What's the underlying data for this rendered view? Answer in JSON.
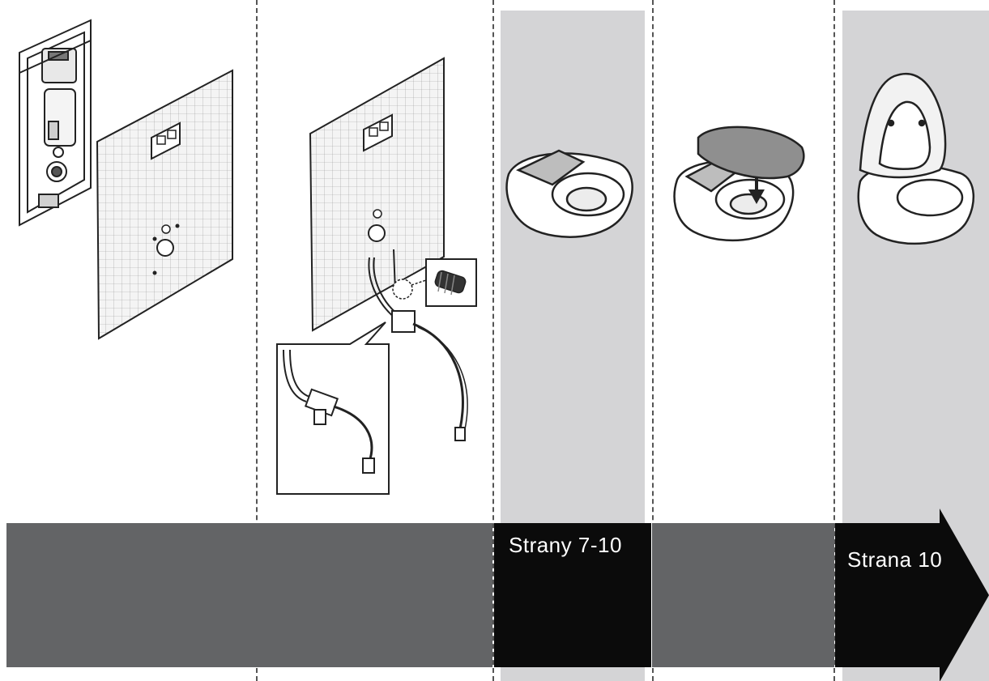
{
  "steps": [
    {
      "id": "step-1",
      "label": ""
    },
    {
      "id": "step-2",
      "label": ""
    },
    {
      "id": "step-3",
      "label": "Strany 7-10"
    },
    {
      "id": "step-4",
      "label": ""
    },
    {
      "id": "step-5",
      "label": "Strana 10"
    }
  ],
  "colors": {
    "band_gray": "#636466",
    "band_black": "#0b0b0b",
    "column_shade": "#d4d4d6",
    "line_art": "#222222"
  },
  "icons": [
    "mounting-frame-icon",
    "tiled-wall-icon",
    "water-hose-icon",
    "connector-detail-icon",
    "toilet-bowl-icon",
    "toilet-seat-icon",
    "toilet-with-open-lid-icon",
    "progress-arrow-icon"
  ]
}
